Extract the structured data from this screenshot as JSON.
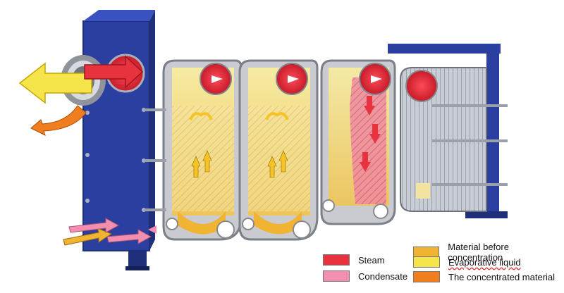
{
  "colors": {
    "frame": "#2a3fa0",
    "frame_dark": "#1f2f79",
    "plate_gray": "#c9cbd1",
    "plate_edge": "#7a7f88",
    "steam": "#e8323d",
    "condensate": "#f28fb0",
    "material_before": "#f1b332",
    "evaporative": "#f6e54a",
    "concentrated": "#f07d1e",
    "white": "#ffffff"
  },
  "legend": [
    {
      "label": "Steam",
      "swatch": "#e8323d"
    },
    {
      "label": "Condensate",
      "swatch": "#f28fb0"
    },
    {
      "label": "Material before concentration",
      "swatch": "#f1b332"
    },
    {
      "label": "Evaporative liquid",
      "swatch": "#f6e54a"
    },
    {
      "label": "The concentrated material",
      "swatch": "#f07d1e"
    }
  ]
}
